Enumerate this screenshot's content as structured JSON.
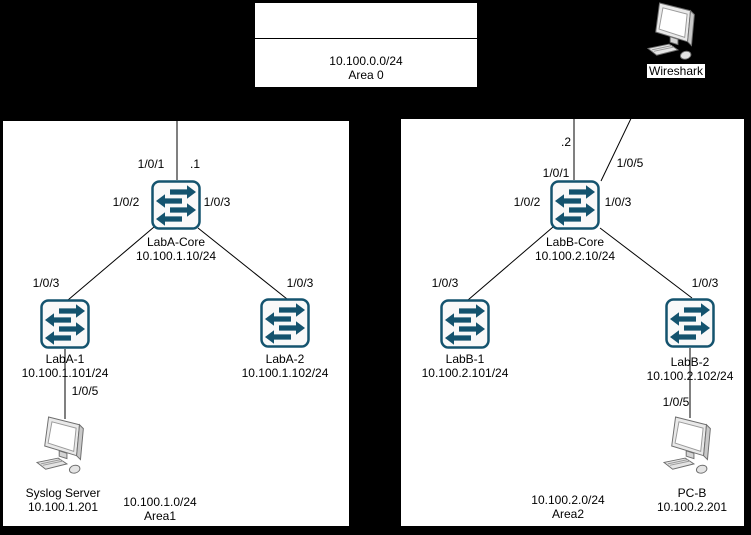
{
  "area0": {
    "subnet": "10.100.0.0/24",
    "name": "Area 0"
  },
  "wireshark": {
    "name": "Wireshark"
  },
  "area1": {
    "subnet": "10.100.1.0/24",
    "name": "Area1",
    "core": {
      "name": "LabA-Core",
      "ip": "10.100.1.10/24",
      "uplink_port": "1/0/1",
      "uplink_addr": ".1",
      "left_port": "1/0/2",
      "right_port": "1/0/3"
    },
    "sw1": {
      "name": "LabA-1",
      "ip": "10.100.1.101/24",
      "uplink_port": "1/0/3",
      "down_port": "1/0/5"
    },
    "sw2": {
      "name": "LabA-2",
      "ip": "10.100.1.102/24",
      "uplink_port": "1/0/3"
    },
    "server": {
      "name": "Syslog Server",
      "ip": "10.100.1.201"
    }
  },
  "area2": {
    "subnet": "10.100.2.0/24",
    "name": "Area2",
    "core": {
      "name": "LabB-Core",
      "ip": "10.100.2.10/24",
      "uplink_addr": ".2",
      "uplink_port": "1/0/1",
      "wireshark_port": "1/0/5",
      "left_port": "1/0/2",
      "right_port": "1/0/3"
    },
    "sw1": {
      "name": "LabB-1",
      "ip": "10.100.2.101/24",
      "uplink_port": "1/0/3"
    },
    "sw2": {
      "name": "LabB-2",
      "ip": "10.100.2.102/24",
      "uplink_port": "1/0/3",
      "down_port": "1/0/5"
    },
    "pc": {
      "name": "PC-B",
      "ip": "10.100.2.201"
    }
  },
  "colors": {
    "switch_accent": "#14536e",
    "line": "#000000",
    "canvas_bg": "#000000",
    "box_bg": "#ffffff"
  }
}
